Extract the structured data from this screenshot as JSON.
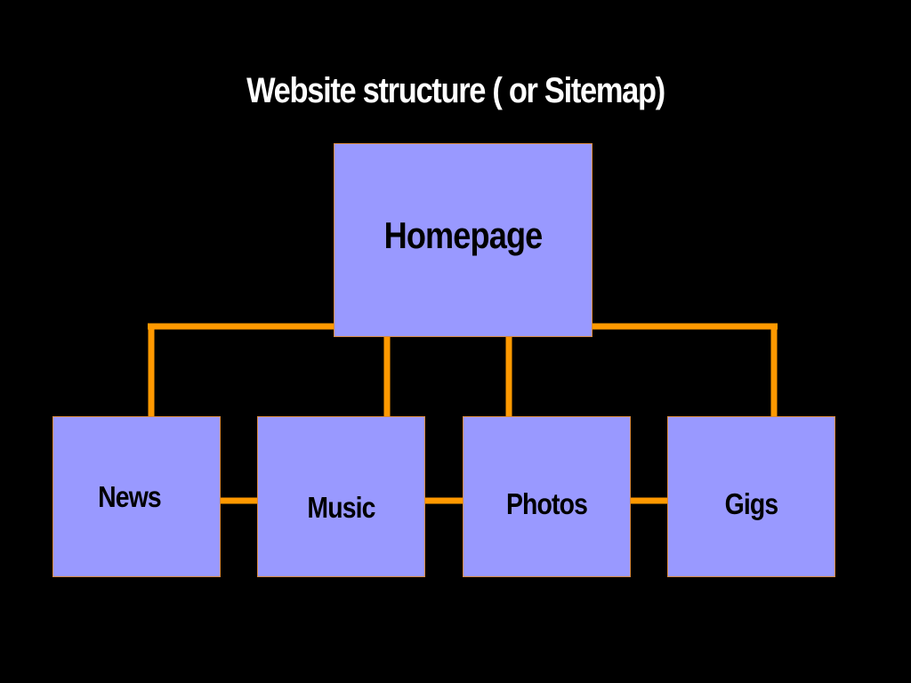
{
  "slide": {
    "title": "Website structure ( or Sitemap)"
  },
  "colors": {
    "background": "#000000",
    "node_fill": "#9999ff",
    "node_border": "#d8893e",
    "connector": "#ff9900",
    "title_text": "#ffffff",
    "node_text": "#000000"
  },
  "nodes": {
    "root": {
      "label": "Homepage"
    },
    "children": [
      {
        "label": "News"
      },
      {
        "label": "Music"
      },
      {
        "label": "Photos"
      },
      {
        "label": "Gigs"
      }
    ]
  }
}
